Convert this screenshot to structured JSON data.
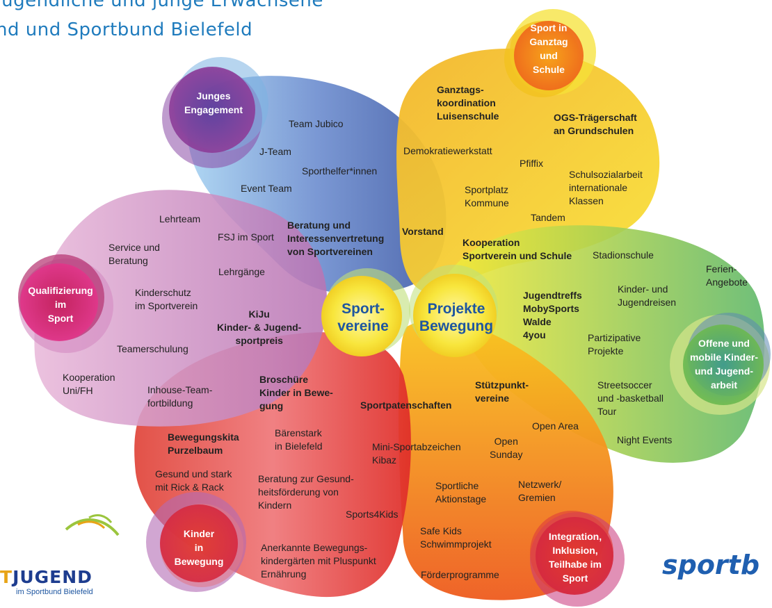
{
  "header": {
    "line1": "Jugendliche und junge Erwachsene",
    "line2": "nd und Sportbund Bielefeld"
  },
  "colors": {
    "blue_cluster": "#4a6fb3",
    "yellow_cluster": "#f5c518",
    "green_cluster": "#9ccf57",
    "orange_cluster": "#f07a1a",
    "red_cluster": "#e23a2c",
    "pink_cluster": "#d48bc1",
    "hub_circle": "#f7e33a",
    "header_blue": "#1f7bbd"
  },
  "hubs": {
    "sportvereine": "Sport-\nvereine",
    "projekte": "Projekte\nBewegung"
  },
  "corners": {
    "junges_engagement": "Junges\nEngagement",
    "sport_ganztag": "Sport in\nGanztag\nund\nSchule",
    "qualifizierung": "Qualifizierung\nim\nSport",
    "offene_arbeit": "Offene und\nmobile Kinder-\nund Jugend-\narbeit",
    "kinder_bewegung": "Kinder\nin\nBewegung",
    "integration": "Integration,\nInklusion,\nTeilhabe im\nSport"
  },
  "labels": {
    "team_jubico": "Team Jubico",
    "j_team": "J-Team",
    "sporthelfer": "Sporthelfer*innen",
    "event_team": "Event Team",
    "beratung_interessen": "Beratung und\nInteressenvertretung\nvon Sportvereinen",
    "vorstand": "Vorstand",
    "demokratie": "Demokratiewerkstatt",
    "ganztags": "Ganztags-\nkoordination\nLuisenschule",
    "ogs": "OGS-Trägerschaft\nan Grundschulen",
    "pfiffix": "Pfiffix",
    "schulsozial": "Schulsozialarbeit\ninternationale\nKlassen",
    "sportplatz": "Sportplatz\nKommune",
    "tandem": "Tandem",
    "kooperation_schule": "Kooperation\nSportverein und Schule",
    "stadionschule": "Stadionschule",
    "ferien": "Ferien-\nAngebote",
    "kinder_jugendreisen": "Kinder- und\nJugendreisen",
    "jugendtreffs": "Jugendtreffs\nMobySports\nWalde\n4you",
    "partizipative": "Partizipative\nProjekte",
    "streetsoccer": "Streetsoccer\nund -basketball\nTour",
    "night_events": "Night Events",
    "open_area": "Open Area",
    "stuetzpunkt": "Stützpunkt-\nvereine",
    "open_sunday": "Open\nSunday",
    "netzwerk": "Netzwerk/\nGremien",
    "aktionstage": "Sportliche\nAktionstage",
    "safe_kids": "Safe Kids\nSchwimmprojekt",
    "foerderprogramme": "Förderprogramme",
    "sportpatenschaften": "Sportpatenschaften",
    "mini_sportabzeichen": "Mini-Sportabzeichen\nKibaz",
    "sports4kids": "Sports4Kids",
    "anerkannte": "Anerkannte Bewegungs-\nkindergärten mit Pluspunkt\nErnährung",
    "beratung_gesund": "Beratung zur Gesund-\nheitsförderung von\nKindern",
    "gesund_stark": "Gesund und stark\nmit Rick & Rack",
    "bewegungskita": "Bewegungskita\nPurzelbaum",
    "baerenstark": "Bärenstark\nin Bielefeld",
    "broschuere": "Broschüre\nKinder in Bewe-\ngung",
    "lehrteam": "Lehrteam",
    "fsj": "FSJ im Sport",
    "service": "Service und\nBeratung",
    "lehrgaenge": "Lehrgänge",
    "kinderschutz": "Kinderschutz\nim Sportverein",
    "kiju": "KiJu\nKinder- & Jugend-\nsportpreis",
    "teamerschulung": "Teamerschulung",
    "kooperation_uni": "Kooperation\nUni/FH",
    "inhouse": "Inhouse-Team-\nfortbildung"
  },
  "logos": {
    "left_main_prefix": "T",
    "left_main": "JUGEND",
    "left_sub": "im Sportbund Bielefeld",
    "right": "sportb"
  }
}
